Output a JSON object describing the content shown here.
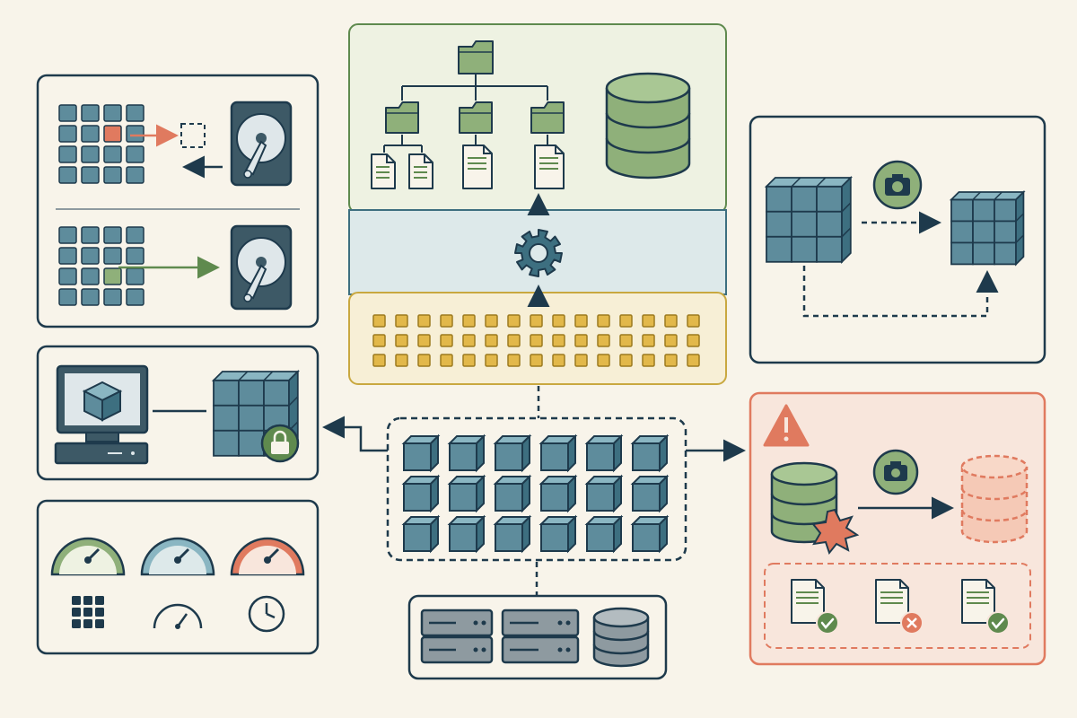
{
  "colors": {
    "background": "#f8f4ea",
    "navy": "#1e3a4c",
    "teal_block": "#5e8c9c",
    "teal_light": "#8ab6c2",
    "green": "#8fb07a",
    "green_dark": "#5f8a4e",
    "green_panel": "#eef2e2",
    "blue_panel": "#dde9ea",
    "gold": "#e2b84a",
    "gold_panel": "#f7efd6",
    "red": "#e07a5f",
    "red_panel": "#f8e6dc",
    "gray": "#8e9aa0"
  },
  "icons": [
    "grid-block-icon",
    "disk-drive-icon",
    "folder-icon",
    "document-icon",
    "database-icon",
    "gear-icon",
    "cube-icon",
    "camera-icon",
    "monitor-icon",
    "lock-icon",
    "gauge-icon",
    "clock-icon",
    "server-icon",
    "warning-icon",
    "check-icon",
    "cross-icon",
    "explosion-icon"
  ],
  "statuses": [
    "ok",
    "failed",
    "ok"
  ]
}
